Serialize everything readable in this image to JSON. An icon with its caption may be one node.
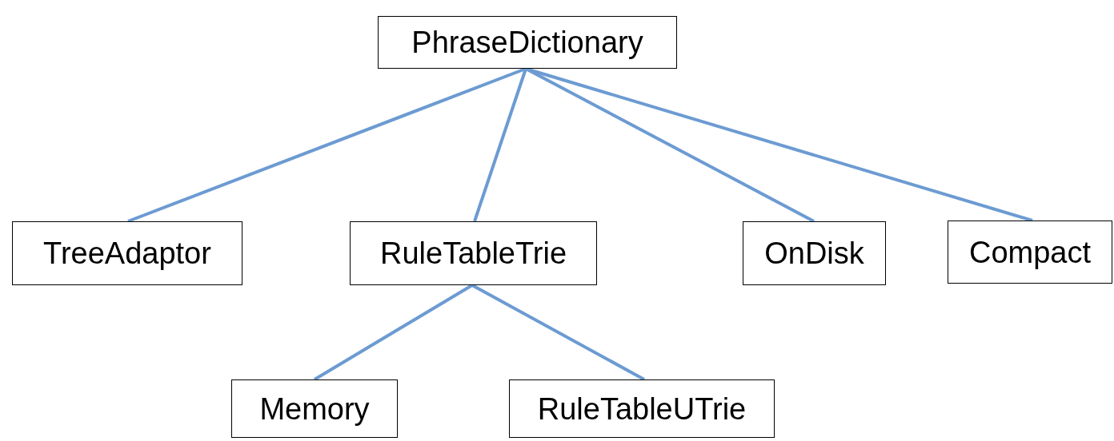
{
  "diagram": {
    "nodes": [
      {
        "text": [
          "PhraseDictionary"
        ]
      },
      {
        "text": [
          "TreeAdaptor"
        ]
      },
      {
        "text": [
          "RuleTableTrie"
        ]
      },
      {
        "text": [
          "OnDisk"
        ]
      },
      {
        "text": [
          "Compact"
        ]
      },
      {
        "text": [
          "Memory"
        ]
      },
      {
        "text": [
          "RuleTableUTrie"
        ]
      }
    ],
    "edges": [
      {
        "from": 0,
        "to": 1,
        "arrow": "none"
      },
      {
        "from": 0,
        "to": 2,
        "arrow": "none"
      },
      {
        "from": 0,
        "to": 3,
        "arrow": "none"
      },
      {
        "from": 0,
        "to": 4,
        "arrow": "none"
      },
      {
        "from": 2,
        "to": 5,
        "arrow": "none"
      },
      {
        "from": 2,
        "to": 6,
        "arrow": "none"
      }
    ]
  }
}
